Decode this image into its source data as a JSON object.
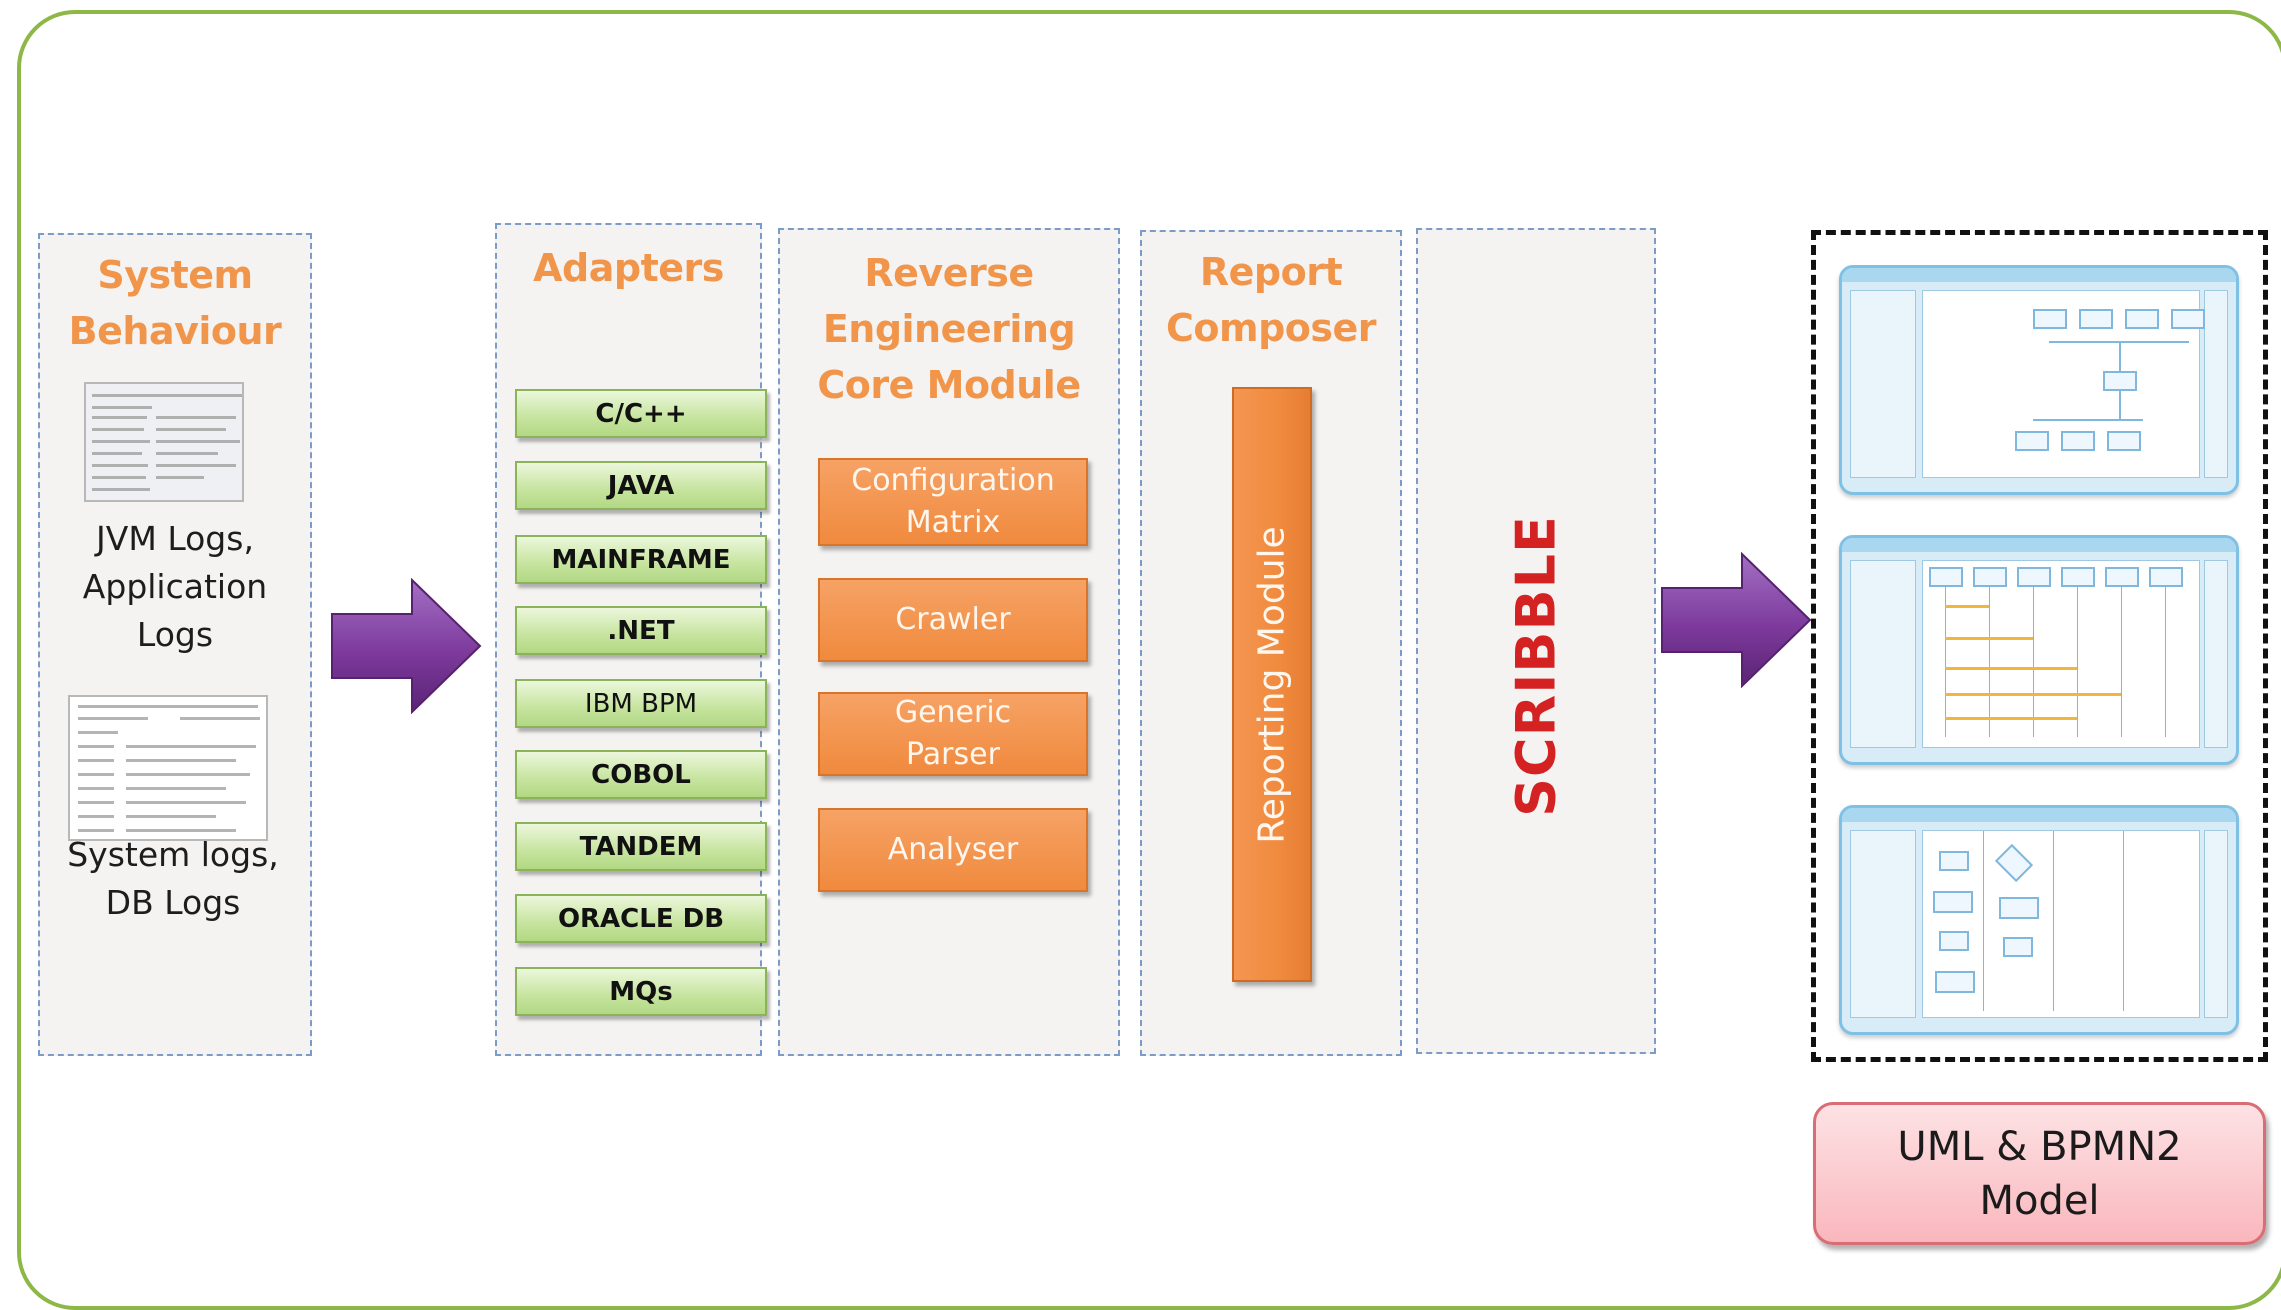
{
  "system_behaviour": {
    "title": "System\nBehaviour",
    "jvm_caption": "JVM  Logs,\nApplication\nLogs",
    "system_caption": "System logs,\nDB Logs"
  },
  "adapters": {
    "title": "Adapters",
    "items": [
      "C/C++",
      "JAVA",
      "MAINFRAME",
      ".NET",
      "IBM BPM",
      "COBOL",
      "TANDEM",
      "ORACLE DB",
      "MQs"
    ]
  },
  "core": {
    "title": "Reverse\nEngineering\nCore Module",
    "items": [
      "Configuration\nMatrix",
      "Crawler",
      "Generic\nParser",
      "Analyser"
    ]
  },
  "report": {
    "title": "Report\nComposer",
    "module_label": "Reporting Module"
  },
  "scribble": {
    "label": "SCRIBBLE"
  },
  "output": {
    "model_label": "UML & BPMN2\nModel"
  },
  "colors": {
    "frame": "#8db848",
    "title_orange": "#f0954a",
    "adapter_green": "#c6e49e",
    "module_orange": "#f08a3e",
    "scribble_red": "#d42222",
    "arrow_purple": "#7d3a9c",
    "model_pink": "#f9b7bd"
  }
}
